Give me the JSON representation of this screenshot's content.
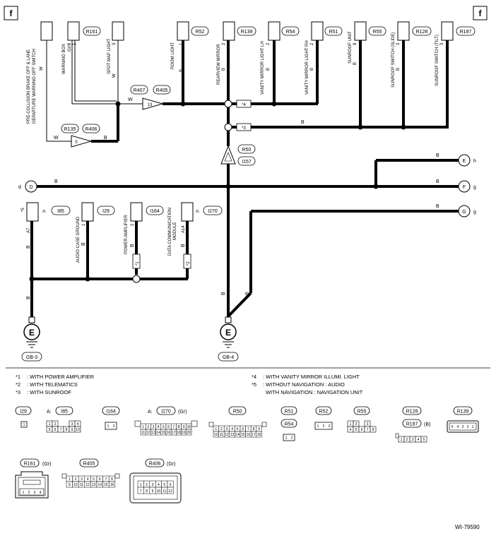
{
  "frame_markers": {
    "left": "f",
    "right": "f"
  },
  "top_components": [
    {
      "id": "precollision",
      "label_lines": [
        "PRE-COLLISION BRAKE OFF & LANE",
        "DEPARTURE WARNING OFF SWITCH"
      ],
      "pin": "W"
    },
    {
      "id": "warning-box",
      "label": "WARNING BOX",
      "pin": "Gr/B",
      "pin_num": "1",
      "connector": "R161"
    },
    {
      "id": "spot-map-light",
      "label": "SPOT MAP LIGHT",
      "pin": "W",
      "pin_num": "3"
    },
    {
      "id": "room-light",
      "label": "ROOM LIGHT",
      "pin": "B",
      "pin_num": "1",
      "connector": "R52"
    },
    {
      "id": "rearview-mirror",
      "label": "REARVIEW MIRROR",
      "pin": "B",
      "pin_num": "2",
      "connector": "R139"
    },
    {
      "id": "vanity-lh",
      "label": "VANITY MIRROR LIGHT LH",
      "pin": "B",
      "pin_num": "2",
      "connector": "R54"
    },
    {
      "id": "vanity-rh",
      "label": "VANITY MIRROR LIGHT RH",
      "pin": "B",
      "pin_num": "2",
      "connector": "R51"
    },
    {
      "id": "sunroof-unit",
      "label": "SUNROOF UNIT",
      "pin": "B",
      "pin_num": "8",
      "connector": "R55"
    },
    {
      "id": "sunroof-slide",
      "label": "SUNROOF SWITCH (SLIDE)",
      "pin": "B",
      "pin_num": "3",
      "connector": "R128"
    },
    {
      "id": "sunroof-tilt",
      "label": "SUNROOF SWITCH (TILT)",
      "pin": "B",
      "pin_num": "3",
      "connector": "R187"
    }
  ],
  "bottom_components": [
    {
      "id": "i85",
      "mark": "*5",
      "connector": "A: I85",
      "pin_num": "A7",
      "wire": "B"
    },
    {
      "id": "audio-ground",
      "label": "AUDIO CASE GROUND",
      "pin_num": "1",
      "wire": "B",
      "connector": "I29"
    },
    {
      "id": "power-amp",
      "label": "POWER AMPLIFIER",
      "pin_num": "2",
      "wire": "B",
      "connector": "I164"
    },
    {
      "id": "dcm",
      "label_lines": [
        "DATA COMMUNICATION",
        "MODULE"
      ],
      "pin_num": "A14",
      "wire": "B",
      "connector": "A: I270"
    }
  ],
  "joints": [
    {
      "id": "r407-r405",
      "refs": [
        "R407",
        "R405"
      ],
      "num": "13",
      "wire": "W"
    },
    {
      "id": "r135-r406",
      "refs": [
        "R135",
        "R406"
      ],
      "num": "5",
      "wire_in": "W",
      "wire_out": "B"
    },
    {
      "id": "r50-i157",
      "refs": [
        "R50",
        "I157"
      ]
    }
  ],
  "wire_labels": {
    "b": "B",
    "w": "W"
  },
  "option_tags": {
    "t4": "*4",
    "t3": "*3",
    "t1": "*1",
    "t2": "*2"
  },
  "connectors": {
    "d": {
      "letter": "D",
      "side": "d"
    },
    "e": {
      "letter": "E",
      "side": "h"
    },
    "f": {
      "letter": "F",
      "side": "g"
    },
    "g": {
      "letter": "G",
      "side": "g"
    }
  },
  "grounds": [
    {
      "id": "gb3",
      "letter": "E",
      "label": "GB-3"
    },
    {
      "id": "gb4",
      "letter": "E",
      "label": "GB-4"
    }
  ],
  "notes": {
    "n1": {
      "mark": "*1",
      "text": ": WITH POWER AMPLIFIER"
    },
    "n2": {
      "mark": "*2",
      "text": ": WITH TELEMATICS"
    },
    "n3": {
      "mark": "*3",
      "text": ": WITH SUNROOF"
    },
    "n4": {
      "mark": "*4",
      "text": ": WITH VANITY MIRROR ILLUMI. LIGHT"
    },
    "n5": {
      "mark": "*5",
      "text": ": WITHOUT NAVIGATION : AUDIO"
    },
    "n5b": {
      "text": "WITH NAVIGATION : NAVIGATION UNIT"
    }
  },
  "connector_views": [
    {
      "id": "cv-i29",
      "title": "I29",
      "pins": [
        "1"
      ]
    },
    {
      "id": "cv-i85",
      "title": "A: I85",
      "pins": [
        "1",
        "2",
        "3",
        "4",
        "5",
        "6",
        "7",
        "8",
        "9",
        "10"
      ]
    },
    {
      "id": "cv-i164",
      "title": "I164",
      "pins": [
        "1",
        "2"
      ]
    },
    {
      "id": "cv-i270",
      "title": "A: I270",
      "color": "(Gr)",
      "pins": [
        "1",
        "2",
        "3",
        "4",
        "5",
        "6",
        "7",
        "8",
        "9",
        "10",
        "11",
        "12",
        "13",
        "14",
        "15",
        "16",
        "17",
        "18",
        "19",
        "20"
      ]
    },
    {
      "id": "cv-r50",
      "title": "R50",
      "pins": [
        "1",
        "2",
        "3",
        "4",
        "5",
        "6",
        "7",
        "8",
        "9",
        "10",
        "11",
        "12",
        "13",
        "14",
        "15",
        "16",
        "17",
        "18"
      ]
    },
    {
      "id": "cv-r51",
      "title": "R51",
      "sub": "R54",
      "pins": [
        "1",
        "2"
      ]
    },
    {
      "id": "cv-r52",
      "title": "R52",
      "pins": [
        "1",
        "2",
        "3"
      ]
    },
    {
      "id": "cv-r55",
      "title": "R55",
      "pins": [
        "1",
        "2",
        "3",
        "4",
        "5",
        "6",
        "7",
        "8"
      ]
    },
    {
      "id": "cv-r128",
      "title": "R128",
      "sub": "R187",
      "sub_color": "(B)",
      "pins": [
        "1",
        "2",
        "3",
        "4",
        "5"
      ]
    },
    {
      "id": "cv-r139",
      "title": "R139",
      "pins": [
        "1",
        "2",
        "3",
        "4",
        "5"
      ]
    },
    {
      "id": "cv-r161",
      "title": "R161",
      "color": "(Gr)",
      "pins": [
        "1",
        "2",
        "3",
        "4"
      ]
    },
    {
      "id": "cv-r405",
      "title": "R405",
      "pins": [
        "1",
        "2",
        "3",
        "4",
        "5",
        "6",
        "7",
        "8",
        "9",
        "10",
        "11",
        "12",
        "13",
        "14",
        "15",
        "16"
      ]
    },
    {
      "id": "cv-r406",
      "title": "R406",
      "color": "(Gr)",
      "pins": [
        "1",
        "2",
        "3",
        "4",
        "5",
        "6",
        "7",
        "8",
        "9",
        "10",
        "11",
        "12"
      ]
    }
  ],
  "diagram_code": "WI-79590"
}
